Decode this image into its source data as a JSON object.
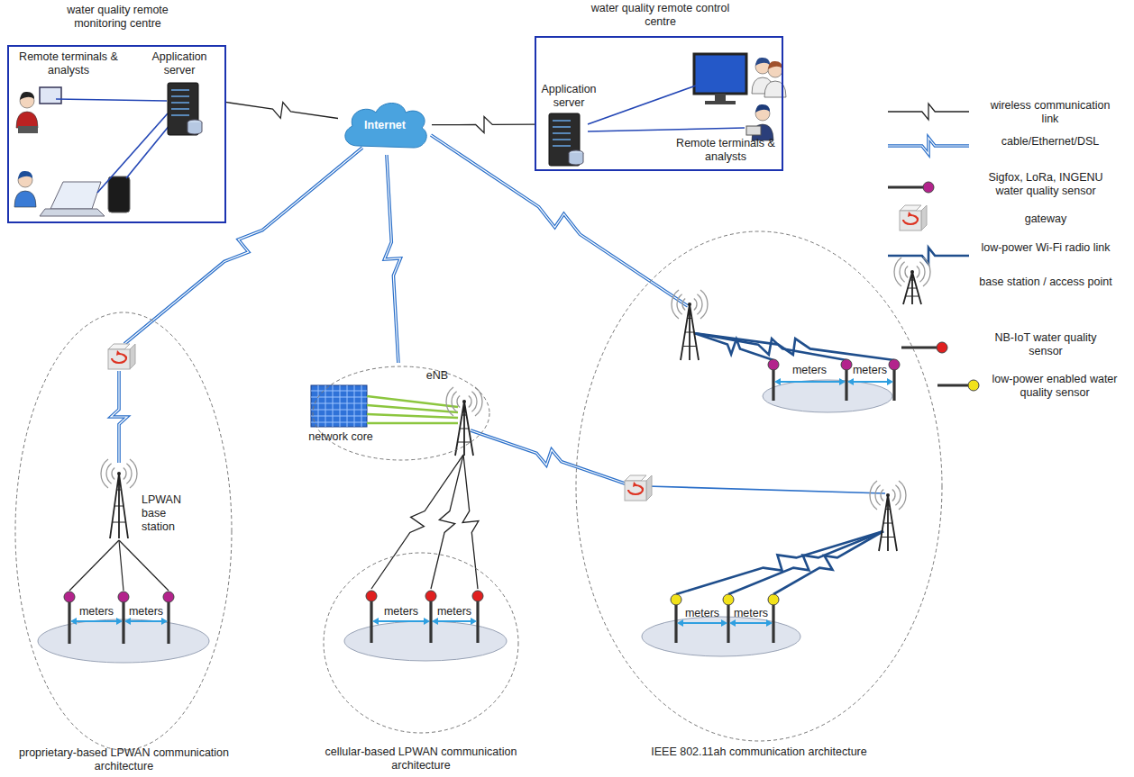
{
  "diagram": {
    "nodes": [
      {
        "text": [
          "water quality remote monitoring centre",
          "Remote terminals & analysts"
        ]
      },
      {
        "text": [
          "Application server"
        ],
        "in": 0
      },
      {
        "text": [
          "water quality remote control centre",
          "Remote terminals & analysts"
        ]
      },
      {
        "text": [
          "Application server"
        ],
        "in": 2
      },
      {
        "text": [
          "Internet"
        ]
      },
      {
        "text": [
          "proprietary-based LPWAN communication architecture"
        ]
      },
      {
        "text": [
          "network core",
          "eNB"
        ]
      },
      {
        "text": [
          "cellular-based LPWAN communication architecture"
        ]
      },
      {
        "text": [
          "IEEE 802.11ah communication architecture"
        ]
      }
    ],
    "edges": [
      {
        "from": 4,
        "to": 1,
        "arrow": "none"
      },
      {
        "from": 4,
        "to": 3,
        "arrow": "none"
      },
      {
        "from": 4,
        "to": 6,
        "arrow": "none"
      }
    ],
    "labels": [
      "meters",
      "meters",
      "LPWAN base station",
      "meters",
      "meters",
      "meters",
      "meters",
      "meters",
      "meters"
    ],
    "legend": [
      {
        "text": "wireless communication link"
      },
      {
        "text": "cable/Ethernet/DSL"
      },
      {
        "text": "Sigfox, LoRa, INGENU water quality sensor"
      },
      {
        "text": "gateway"
      },
      {
        "text": "low-power Wi-Fi radio link"
      },
      {
        "text": "base station / access point"
      },
      {
        "text": "NB-IoT water quality sensor"
      },
      {
        "text": "low-power enabled water quality sensor"
      }
    ]
  }
}
